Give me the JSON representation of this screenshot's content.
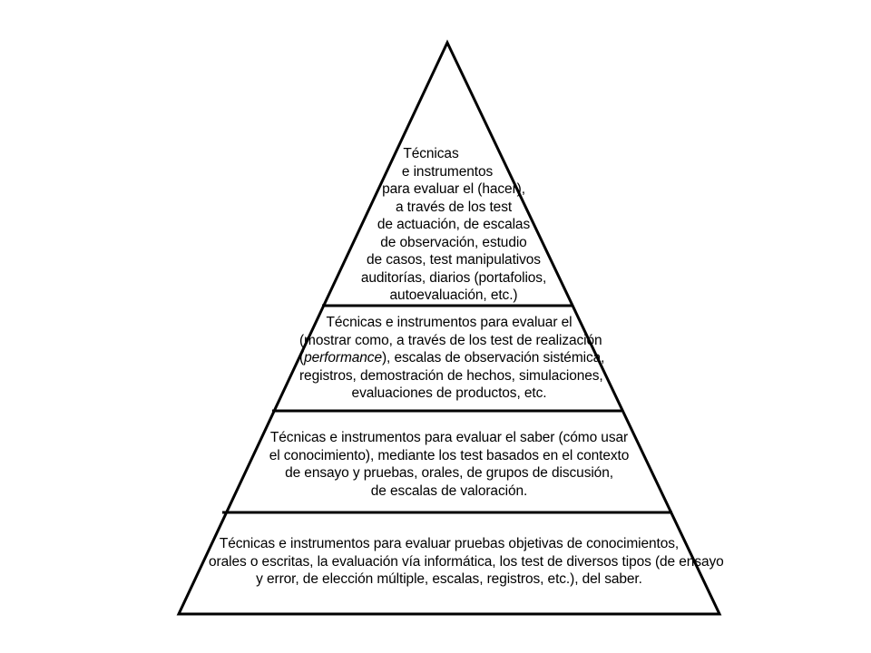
{
  "levels": [
    {
      "id": "top",
      "lines": [
        "Técnicas",
        "e instrumentos",
        "para evaluar el (hacer),",
        "a través de los test",
        "de actuación, de escalas",
        "de observación, estudio",
        "de casos, test manipulativos",
        "auditorías, diarios (portafolios,",
        "autoevaluación, etc.)"
      ]
    },
    {
      "id": "second",
      "lines": [
        "Técnicas e instrumentos para evaluar el",
        "(mostrar como, a través de los test de realización",
        "",
        "registros, demostración de hechos, simulaciones,",
        "evaluaciones de productos, etc."
      ],
      "line3_open": "(",
      "line3_italic": "performance",
      "line3_rest": "), escalas de observación sistémica,"
    },
    {
      "id": "third",
      "lines": [
        "Técnicas e instrumentos para evaluar el saber (cómo usar",
        "el conocimiento), mediante los test basados en el contexto",
        "de ensayo y pruebas, orales, de grupos de discusión,",
        "de escalas de valoración."
      ]
    },
    {
      "id": "base",
      "lines": [
        "Técnicas e instrumentos para evaluar pruebas objetivas de conocimientos,",
        "orales o escritas, la evaluación vía informática, los test de diversos tipos (de ensayo",
        "y error, de elección múltiple, escalas, registros, etc.), del saber."
      ]
    }
  ],
  "colors": {
    "stroke": "#000000",
    "fill": "#ffffff",
    "text": "#000000"
  }
}
